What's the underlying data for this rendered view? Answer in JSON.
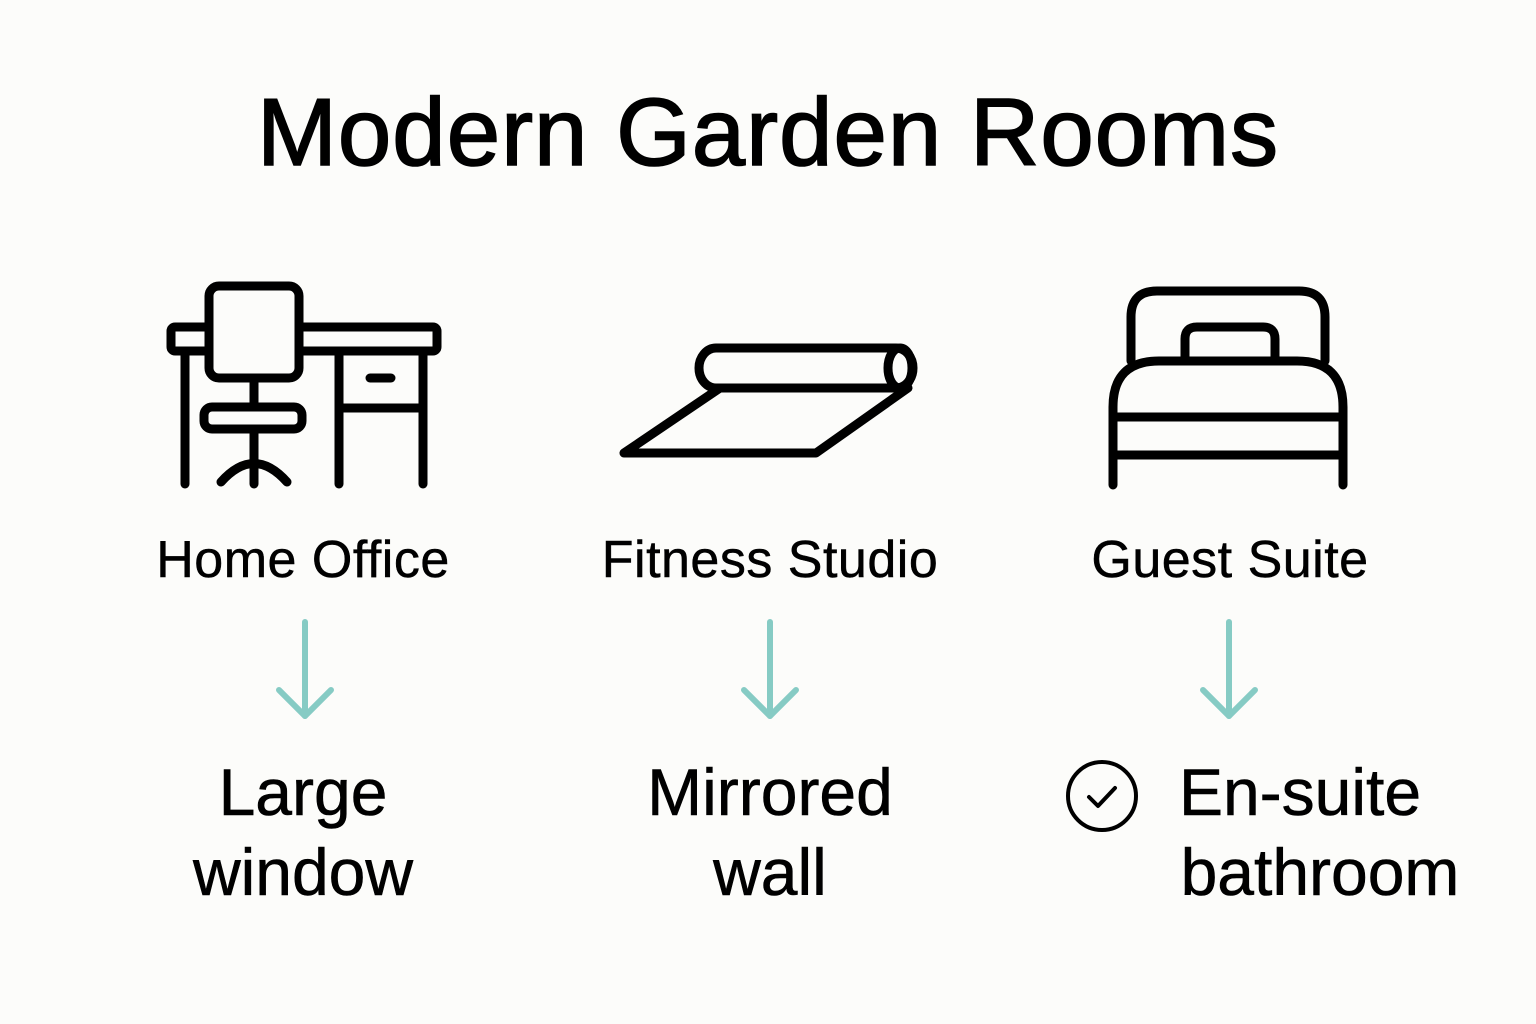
{
  "title": "Modern Garden Rooms",
  "colors": {
    "background": "#fcfcfa",
    "ink": "#000000",
    "arrow": "#86cbc4"
  },
  "rooms": [
    {
      "label": "Home Office",
      "icon": "desk-chair-icon",
      "feature_line1": "Large",
      "feature_line2": "window"
    },
    {
      "label": "Fitness Studio",
      "icon": "yoga-mat-icon",
      "feature_line1": "Mirrored",
      "feature_line2": "wall"
    },
    {
      "label": "Guest Suite",
      "icon": "bed-icon",
      "feature_line1": "En-suite",
      "feature_line2": "bathroom",
      "feature_badge": "check-circle-icon"
    }
  ]
}
